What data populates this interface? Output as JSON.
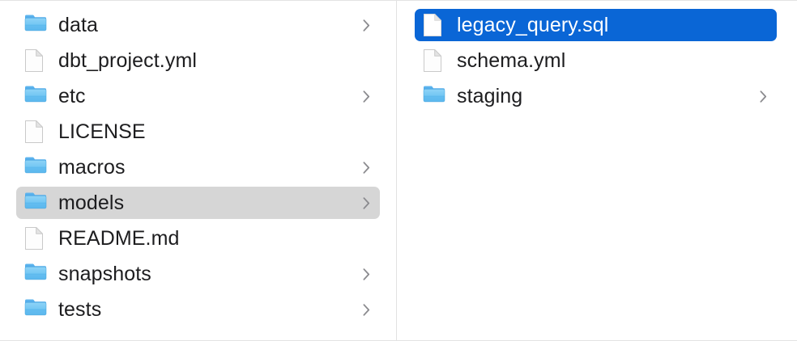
{
  "window": {
    "view_mode": "column",
    "accent_color": "#0a66d6",
    "selection_gray": "#d6d6d6",
    "divider_color": "#e1e1e1",
    "text_color": "#1d1d1f",
    "selected_text_color": "#ffffff"
  },
  "columns": [
    {
      "name": "parent-column",
      "items": [
        {
          "label": "data",
          "kind": "folder",
          "icon": "folder-icon",
          "has_chevron": true,
          "selected": false
        },
        {
          "label": "dbt_project.yml",
          "kind": "document",
          "icon": "document-icon",
          "has_chevron": false,
          "selected": false
        },
        {
          "label": "etc",
          "kind": "folder",
          "icon": "folder-icon",
          "has_chevron": true,
          "selected": false
        },
        {
          "label": "LICENSE",
          "kind": "document",
          "icon": "document-icon",
          "has_chevron": false,
          "selected": false
        },
        {
          "label": "macros",
          "kind": "folder",
          "icon": "folder-icon",
          "has_chevron": true,
          "selected": false
        },
        {
          "label": "models",
          "kind": "folder",
          "icon": "folder-icon",
          "has_chevron": true,
          "selected": true
        },
        {
          "label": "README.md",
          "kind": "document",
          "icon": "document-icon",
          "has_chevron": false,
          "selected": false
        },
        {
          "label": "snapshots",
          "kind": "folder",
          "icon": "folder-icon",
          "has_chevron": true,
          "selected": false
        },
        {
          "label": "tests",
          "kind": "folder",
          "icon": "folder-icon",
          "has_chevron": true,
          "selected": false
        }
      ]
    },
    {
      "name": "child-column",
      "items": [
        {
          "label": "legacy_query.sql",
          "kind": "document",
          "icon": "document-icon",
          "has_chevron": false,
          "selected": true
        },
        {
          "label": "schema.yml",
          "kind": "document",
          "icon": "document-icon",
          "has_chevron": false,
          "selected": false
        },
        {
          "label": "staging",
          "kind": "folder",
          "icon": "folder-icon",
          "has_chevron": true,
          "selected": false
        }
      ]
    }
  ]
}
